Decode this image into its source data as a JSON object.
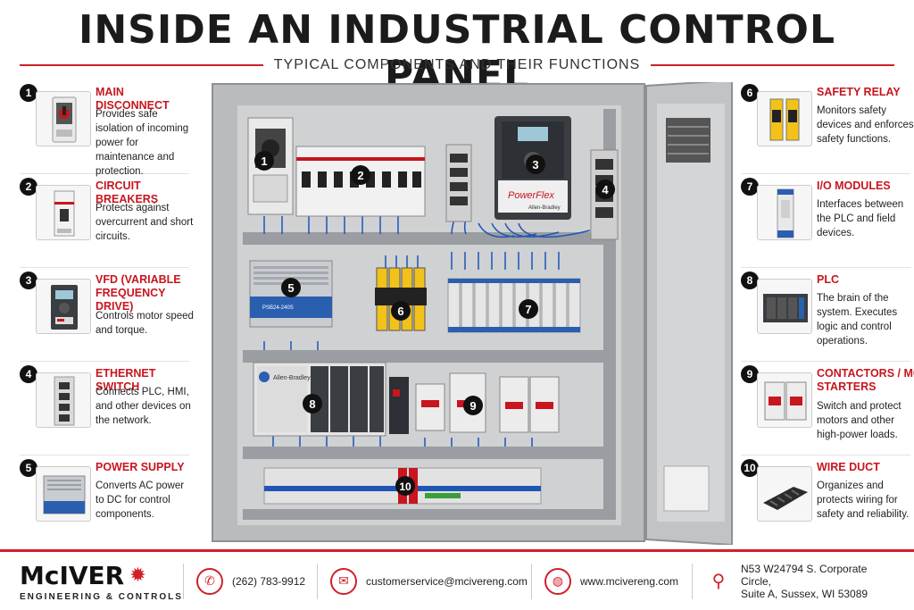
{
  "header": {
    "title": "INSIDE AN INDUSTRIAL CONTROL PANEL",
    "subtitle": "TYPICAL COMPONENTS AND THEIR FUNCTIONS"
  },
  "components": [
    {
      "num": "1",
      "name": "MAIN DISCONNECT",
      "desc": "Provides safe isolation of incoming power for maintenance and protection."
    },
    {
      "num": "2",
      "name": "CIRCUIT BREAKERS",
      "desc": "Protects against overcurrent and short circuits."
    },
    {
      "num": "3",
      "name": "VFD (VARIABLE FREQUENCY DRIVE)",
      "desc": "Controls motor speed and torque."
    },
    {
      "num": "4",
      "name": "ETHERNET SWITCH",
      "desc": "Connects PLC, HMI, and other devices on the network."
    },
    {
      "num": "5",
      "name": "POWER SUPPLY",
      "desc": "Converts AC power to DC for control components."
    },
    {
      "num": "6",
      "name": "SAFETY RELAY",
      "desc": "Monitors safety devices and enforces safety functions."
    },
    {
      "num": "7",
      "name": "I/O MODULES",
      "desc": "Interfaces between the PLC and field devices."
    },
    {
      "num": "8",
      "name": "PLC",
      "desc": "The brain of the system. Executes logic and control operations."
    },
    {
      "num": "9",
      "name": "CONTACTORS / MOTOR STARTERS",
      "desc": "Switch and protect motors and other high-power loads."
    },
    {
      "num": "10",
      "name": "WIRE DUCT",
      "desc": "Organizes and protects wiring for safety and reliability."
    }
  ],
  "panel": {
    "vfd_brand": "PowerFlex",
    "vfd_maker": "Allen-Bradley",
    "psu_label": "PSB24-240S",
    "plc_brand": "Allen-Bradley",
    "markers": [
      "1",
      "2",
      "3",
      "4",
      "5",
      "6",
      "7",
      "8",
      "9",
      "10"
    ]
  },
  "footer": {
    "logo": "McIVER",
    "logo_sub": "ENGINEERING & CONTROLS",
    "phone": "(262) 783-9912",
    "email": "customerservice@mcivereng.com",
    "website": "www.mcivereng.com",
    "address_line1": "N53 W24794 S. Corporate Circle,",
    "address_line2": "Suite A, Sussex, WI 53089"
  },
  "colors": {
    "accent": "#d0202a",
    "panel": "#c9cacb",
    "wire": "#1f55b5"
  }
}
